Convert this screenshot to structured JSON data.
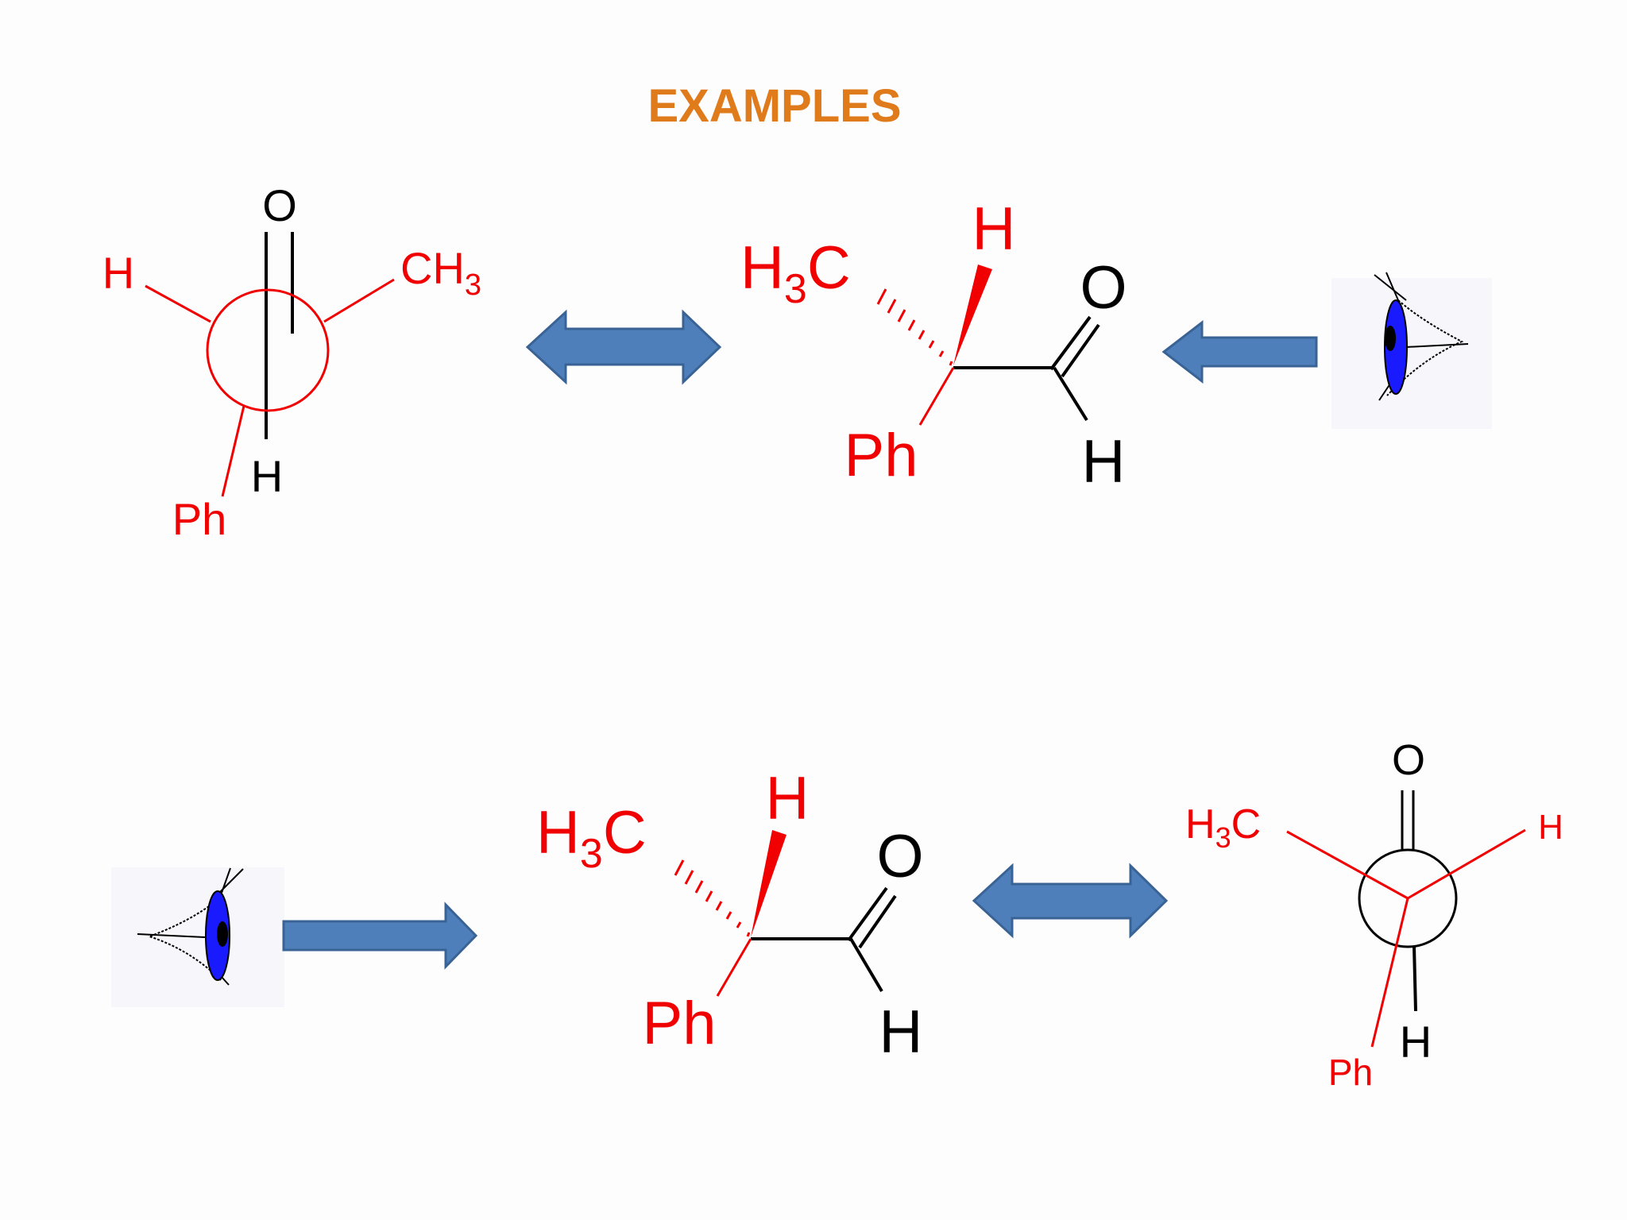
{
  "title": "EXAMPLES",
  "colors": {
    "title": "#e07b1c",
    "red": "#f00000",
    "black": "#000000",
    "arrow_fill": "#4f7fba",
    "arrow_stroke": "#3a6395",
    "eye_blue": "#1a1aff"
  },
  "top_newman": {
    "front_left": "H",
    "front_right_main": "CH",
    "front_right_sub": "3",
    "front_bottom": "Ph",
    "back_top": "O",
    "back_bottom": "H"
  },
  "top_molecule": {
    "methyl_main": "H",
    "methyl_sub": "3",
    "methyl_end": "C",
    "wedge_h": "H",
    "carbonyl_o": "O",
    "aldehyde_h": "H",
    "phenyl": "Ph"
  },
  "bottom_molecule": {
    "methyl_main": "H",
    "methyl_sub": "3",
    "methyl_end": "C",
    "wedge_h": "H",
    "carbonyl_o": "O",
    "aldehyde_h": "H",
    "phenyl": "Ph"
  },
  "bottom_newman": {
    "front_left_main": "H",
    "front_left_sub": "3",
    "front_left_end": "C",
    "front_right": "H",
    "front_bottom": "Ph",
    "back_top": "O",
    "back_bottom": "H"
  },
  "icons": {
    "eye_top": "eye-icon",
    "eye_bottom": "eye-icon",
    "double_arrow": "double-arrow-icon",
    "single_arrow": "block-arrow-icon"
  }
}
